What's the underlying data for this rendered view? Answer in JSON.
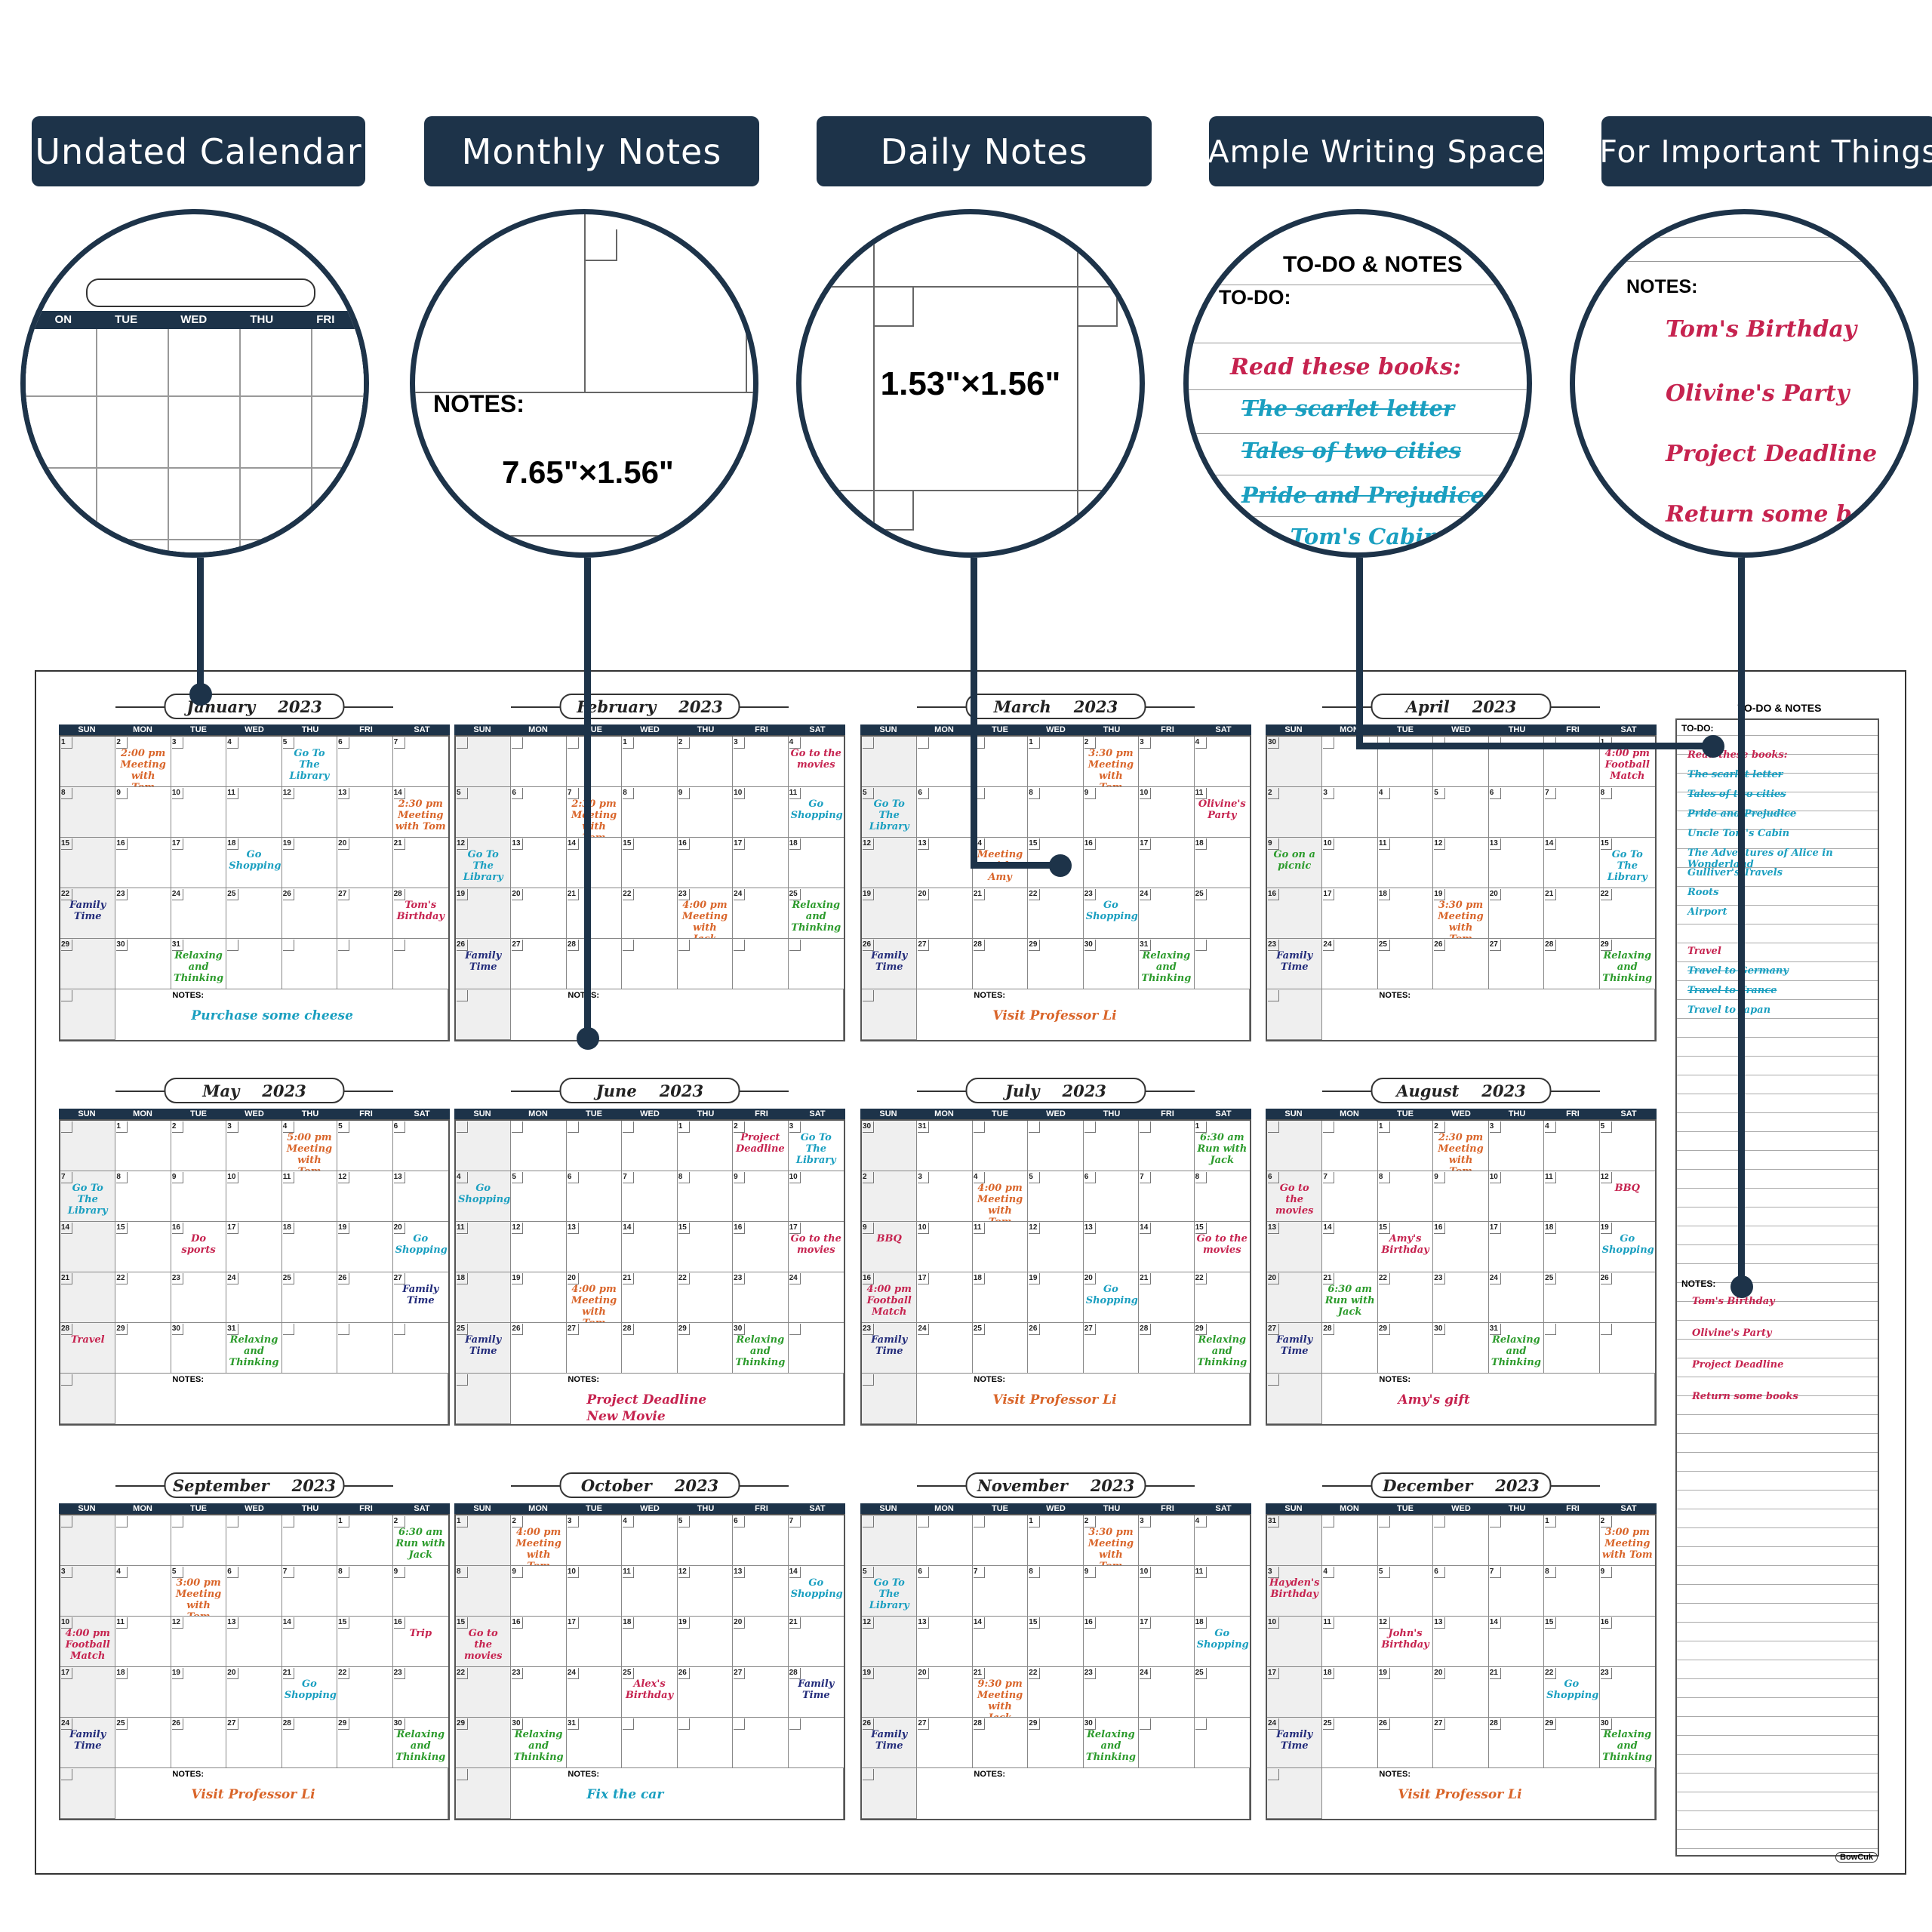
{
  "tags": [
    "Undated Calendar",
    "Monthly Notes",
    "Daily Notes",
    "Ample Writing Space",
    "For Important Things"
  ],
  "zoom": {
    "undated": {
      "days": [
        "ON",
        "TUE",
        "WED",
        "THU",
        "FRI"
      ]
    },
    "monthly": {
      "label": "NOTES:",
      "size": "7.65\"×1.56\""
    },
    "daily": {
      "size": "1.53\"×1.56\""
    },
    "ample": {
      "title": "TO-DO & NOTES",
      "todo": "TO-DO:",
      "items": [
        "Read these books:",
        "The scarlet letter",
        "Tales of two cities",
        "Pride and Prejudice",
        "le Tom's Cabin"
      ]
    },
    "important": {
      "label": "NOTES:",
      "items": [
        "Tom's Birthday",
        "Olivine's  Party",
        "Project  Deadline",
        "Return some books"
      ]
    }
  },
  "dow": [
    "SUN",
    "MON",
    "TUE",
    "WED",
    "THU",
    "FRI",
    "SAT"
  ],
  "notes_label": "NOTES:",
  "months": [
    {
      "name": "January",
      "year": "2023",
      "start": 0,
      "days": 31,
      "notes": [
        "Purchase some cheese"
      ],
      "notes_color": "c-teal",
      "events": {
        "2": [
          "2:00 pm Meeting with Tom",
          "c-orange"
        ],
        "5": [
          "Go To The Library",
          "c-teal"
        ],
        "14": [
          "2:30 pm Meeting with Tom",
          "c-orange"
        ],
        "18": [
          "Go Shopping",
          "c-teal"
        ],
        "22": [
          "Family Time",
          "c-navy"
        ],
        "28": [
          "Tom's Birthday",
          "c-red"
        ],
        "31": [
          "Relaxing and Thinking",
          "c-green"
        ]
      }
    },
    {
      "name": "February",
      "year": "2023",
      "start": 3,
      "days": 28,
      "notes": [],
      "notes_color": "c-orange",
      "events": {
        "4": [
          "Go to the movies",
          "c-red"
        ],
        "11": [
          "Go Shopping",
          "c-teal"
        ],
        "7": [
          "2:30 pm Meeting with Tom",
          "c-orange"
        ],
        "12": [
          "Go To The Library",
          "c-teal"
        ],
        "23": [
          "4:00 pm Meeting with Jack",
          "c-orange"
        ],
        "25": [
          "Relaxing and Thinking",
          "c-green"
        ],
        "26": [
          "Family Time",
          "c-navy"
        ]
      }
    },
    {
      "name": "March",
      "year": "2023",
      "start": 3,
      "days": 31,
      "notes": [
        "Visit Professor Li"
      ],
      "notes_color": "c-orange",
      "events": {
        "2": [
          "3:30 pm Meeting with Tom",
          "c-orange"
        ],
        "11": [
          "Olivine's Party",
          "c-red"
        ],
        "5": [
          "Go To The Library",
          "c-teal"
        ],
        "14": [
          "Meeting with Amy",
          "c-orange"
        ],
        "23": [
          "Go Shopping",
          "c-teal"
        ],
        "26": [
          "Family Time",
          "c-navy"
        ],
        "31": [
          "Relaxing and Thinking",
          "c-green"
        ]
      }
    },
    {
      "name": "April",
      "year": "2023",
      "start": 6,
      "days": 30,
      "notes": [],
      "notes_color": "c-orange",
      "events": {
        "1": [
          "4:00 pm Football Match",
          "c-red"
        ],
        "9": [
          "Go on a picnic",
          "c-green"
        ],
        "15": [
          "Go To The Library",
          "c-teal"
        ],
        "19": [
          "3:30 pm Meeting with Tom",
          "c-orange"
        ],
        "23": [
          "Family Time",
          "c-navy"
        ],
        "29": [
          "Relaxing and Thinking",
          "c-green"
        ]
      }
    },
    {
      "name": "May",
      "year": "2023",
      "start": 1,
      "days": 31,
      "notes": [],
      "notes_color": "c-orange",
      "events": {
        "4": [
          "5:00 pm Meeting with Tom",
          "c-orange"
        ],
        "7": [
          "Go To The Library",
          "c-teal"
        ],
        "16": [
          "Do sports",
          "c-red"
        ],
        "20": [
          "Go Shopping",
          "c-teal"
        ],
        "27": [
          "Family Time",
          "c-navy"
        ],
        "28": [
          "Travel",
          "c-red"
        ],
        "31": [
          "Relaxing and Thinking",
          "c-green"
        ]
      }
    },
    {
      "name": "June",
      "year": "2023",
      "start": 4,
      "days": 30,
      "notes": [
        "Project  Deadline",
        "New Movie"
      ],
      "notes_color": "c-red",
      "events": {
        "2": [
          "Project Deadline",
          "c-red"
        ],
        "3": [
          "Go To The Library",
          "c-teal"
        ],
        "4": [
          "Go Shopping",
          "c-teal"
        ],
        "17": [
          "Go to the movies",
          "c-red"
        ],
        "20": [
          "4:00 pm Meeting with Tom",
          "c-orange"
        ],
        "25": [
          "Family Time",
          "c-navy"
        ],
        "30": [
          "Relaxing and Thinking",
          "c-green"
        ]
      }
    },
    {
      "name": "July",
      "year": "2023",
      "start": 6,
      "days": 31,
      "notes": [
        "Visit Professor Li"
      ],
      "notes_color": "c-orange",
      "events": {
        "1": [
          "6:30 am Run with Jack",
          "c-green"
        ],
        "4": [
          "4:00 pm Meeting with Tom",
          "c-orange"
        ],
        "9": [
          "BBQ",
          "c-red"
        ],
        "15": [
          "Go to the movies",
          "c-red"
        ],
        "16": [
          "4:00 pm Football Match",
          "c-red"
        ],
        "20": [
          "Go Shopping",
          "c-teal"
        ],
        "23": [
          "Family Time",
          "c-navy"
        ],
        "29": [
          "Relaxing and Thinking",
          "c-green"
        ]
      }
    },
    {
      "name": "August",
      "year": "2023",
      "start": 2,
      "days": 31,
      "notes": [
        "Amy's gift"
      ],
      "notes_color": "c-red",
      "events": {
        "2": [
          "2:30 pm Meeting with Tom",
          "c-orange"
        ],
        "6": [
          "Go to the movies",
          "c-red"
        ],
        "12": [
          "BBQ",
          "c-red"
        ],
        "15": [
          "Amy's Birthday",
          "c-red"
        ],
        "19": [
          "Go Shopping",
          "c-teal"
        ],
        "21": [
          "6:30 am Run with Jack",
          "c-green"
        ],
        "27": [
          "Family Time",
          "c-navy"
        ],
        "31": [
          "Relaxing and Thinking",
          "c-green"
        ]
      }
    },
    {
      "name": "September",
      "year": "2023",
      "start": 5,
      "days": 30,
      "notes": [
        "Visit Professor Li"
      ],
      "notes_color": "c-orange",
      "events": {
        "2": [
          "6:30 am Run with Jack",
          "c-green"
        ],
        "5": [
          "3:00 pm Meeting with Tom",
          "c-orange"
        ],
        "10": [
          "4:00 pm Football Match",
          "c-red"
        ],
        "16": [
          "Trip",
          "c-red"
        ],
        "21": [
          "Go Shopping",
          "c-teal"
        ],
        "24": [
          "Family Time",
          "c-navy"
        ],
        "30": [
          "Relaxing and Thinking",
          "c-green"
        ]
      }
    },
    {
      "name": "October",
      "year": "2023",
      "start": 0,
      "days": 31,
      "notes": [
        "Fix the car"
      ],
      "notes_color": "c-teal",
      "events": {
        "2": [
          "4:00 pm Meeting with Tom",
          "c-orange"
        ],
        "14": [
          "Go Shopping",
          "c-teal"
        ],
        "15": [
          "Go to the movies",
          "c-red"
        ],
        "25": [
          "Alex's Birthday",
          "c-red"
        ],
        "28": [
          "Family Time",
          "c-navy"
        ],
        "30": [
          "Relaxing and Thinking",
          "c-green"
        ]
      }
    },
    {
      "name": "November",
      "year": "2023",
      "start": 3,
      "days": 30,
      "notes": [],
      "notes_color": "c-orange",
      "events": {
        "2": [
          "3:30 pm Meeting with Tom",
          "c-orange"
        ],
        "5": [
          "Go To The Library",
          "c-teal"
        ],
        "18": [
          "Go Shopping",
          "c-teal"
        ],
        "21": [
          "9:30 pm Meeting with Jack",
          "c-orange"
        ],
        "26": [
          "Family Time",
          "c-navy"
        ],
        "30": [
          "Relaxing and Thinking",
          "c-green"
        ]
      }
    },
    {
      "name": "December",
      "year": "2023",
      "start": 5,
      "days": 31,
      "notes": [
        "Visit Professor Li"
      ],
      "notes_color": "c-orange",
      "events": {
        "2": [
          "3:00 pm Meeting with Tom",
          "c-orange"
        ],
        "3": [
          "Hayden's Birthday",
          "c-red"
        ],
        "12": [
          "John's Birthday",
          "c-red"
        ],
        "22": [
          "Go Shopping",
          "c-teal"
        ],
        "24": [
          "Family Time",
          "c-navy"
        ],
        "30": [
          "Relaxing and Thinking",
          "c-green"
        ]
      }
    }
  ],
  "todo_panel": {
    "title": "TO-DO & NOTES",
    "todo_label": "TO-DO:",
    "todo_items": [
      {
        "t": "Read these books:",
        "c": "c-red",
        "s": false
      },
      {
        "t": "The scarlet letter",
        "c": "c-teal",
        "s": true
      },
      {
        "t": "Tales of two cities",
        "c": "c-teal",
        "s": true
      },
      {
        "t": "Pride and Prejudice",
        "c": "c-teal",
        "s": true
      },
      {
        "t": "Uncle Tom's Cabin",
        "c": "c-teal",
        "s": false
      },
      {
        "t": "The Adventures of Alice in Wonderland",
        "c": "c-teal",
        "s": false
      },
      {
        "t": "Gulliver's Travels",
        "c": "c-teal",
        "s": false
      },
      {
        "t": "Roots",
        "c": "c-teal",
        "s": false
      },
      {
        "t": "Airport",
        "c": "c-teal",
        "s": false
      },
      {
        "t": "",
        "c": "c-teal",
        "s": false
      },
      {
        "t": "Travel",
        "c": "c-red",
        "s": false
      },
      {
        "t": "Travel to Germany",
        "c": "c-teal",
        "s": true
      },
      {
        "t": "Travel to France",
        "c": "c-teal",
        "s": true
      },
      {
        "t": "Travel to Japan",
        "c": "c-teal",
        "s": false
      }
    ],
    "notes_label": "NOTES:",
    "notes_items": [
      "Tom's Birthday",
      "Olivine's  Party",
      "Project  Deadline",
      "Return some books"
    ]
  },
  "brand": "BowCuk",
  "colors": {
    "navy": "#1d3349",
    "orange": "#d9652a",
    "teal": "#1a9fc0",
    "red": "#c6234f",
    "green": "#2c9b2c"
  }
}
